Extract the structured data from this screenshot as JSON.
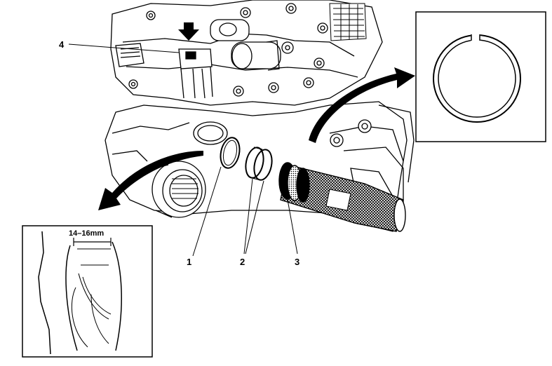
{
  "callouts": [
    {
      "id": "1",
      "label": "1"
    },
    {
      "id": "2",
      "label": "2"
    },
    {
      "id": "3",
      "label": "3"
    },
    {
      "id": "4",
      "label": "4"
    }
  ],
  "detail_dimension": "14–16mm",
  "colors": {
    "line": "#000000",
    "background": "#ffffff",
    "hatch": "#000000"
  }
}
